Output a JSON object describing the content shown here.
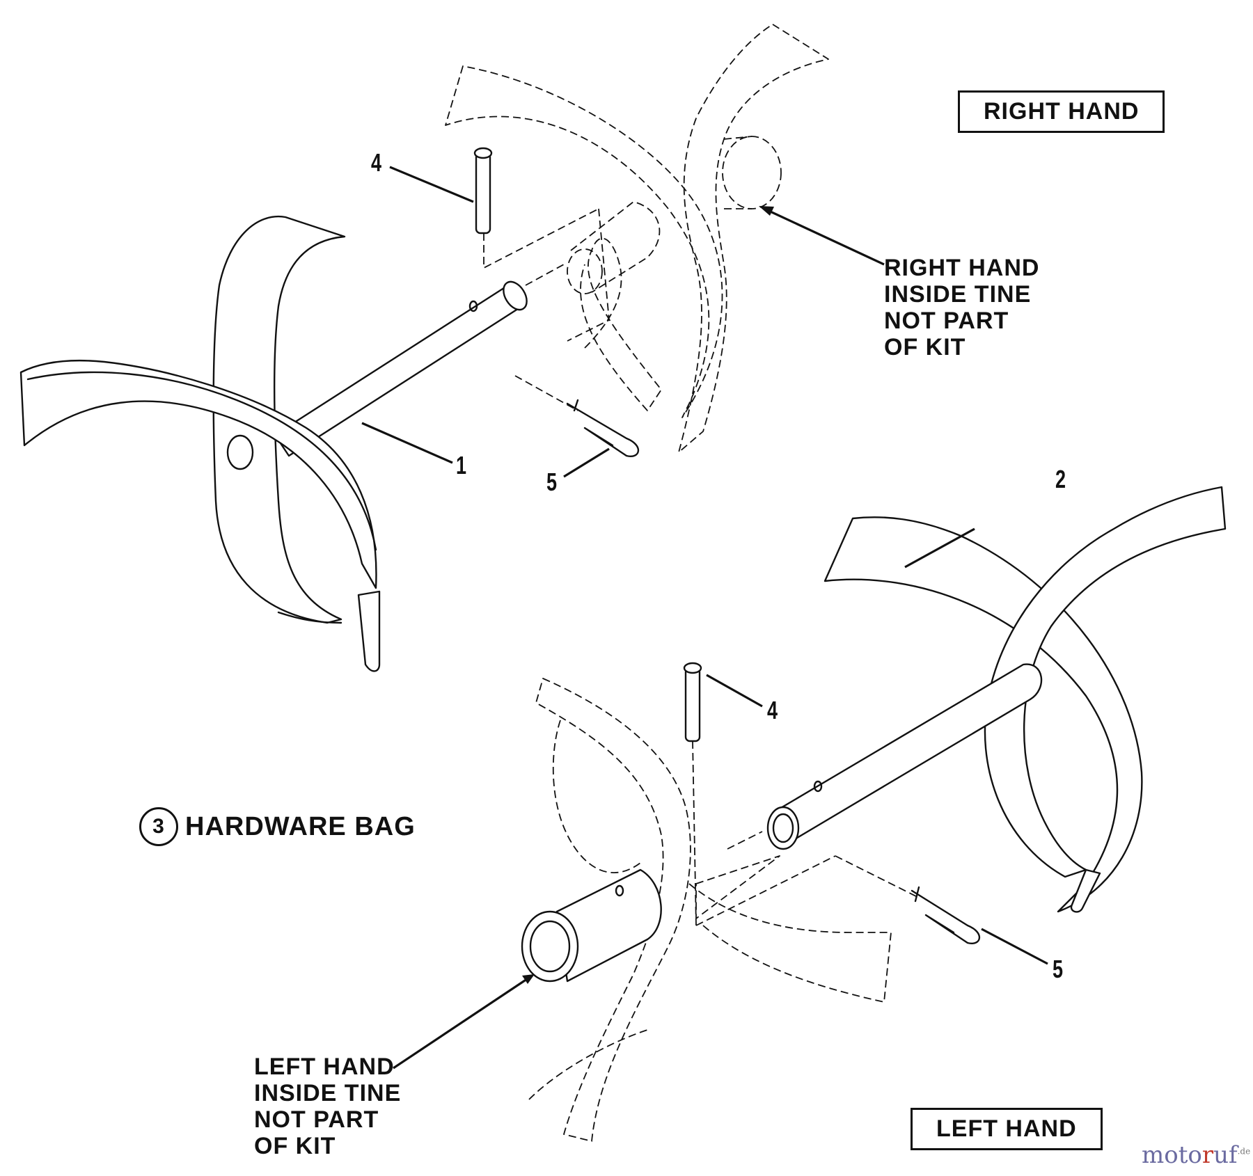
{
  "labels": {
    "right_hand_box": "RIGHT HAND",
    "left_hand_box": "LEFT HAND",
    "right_callout": "RIGHT HAND\nINSIDE TINE\nNOT PART\nOF KIT",
    "left_callout": "LEFT HAND\nINSIDE TINE\nNOT PART\nOF KIT",
    "hardware_bag_number": "3",
    "hardware_bag_text": "HARDWARE BAG"
  },
  "part_numbers": {
    "pin_upper": "4",
    "shaft_upper": "1",
    "clip_upper": "5",
    "tine_lower": "2",
    "pin_lower": "4",
    "clip_lower": "5"
  },
  "watermark": {
    "brand_pre": "moto",
    "brand_mid": "r",
    "brand_post": "uf",
    "suffix": ".de"
  }
}
